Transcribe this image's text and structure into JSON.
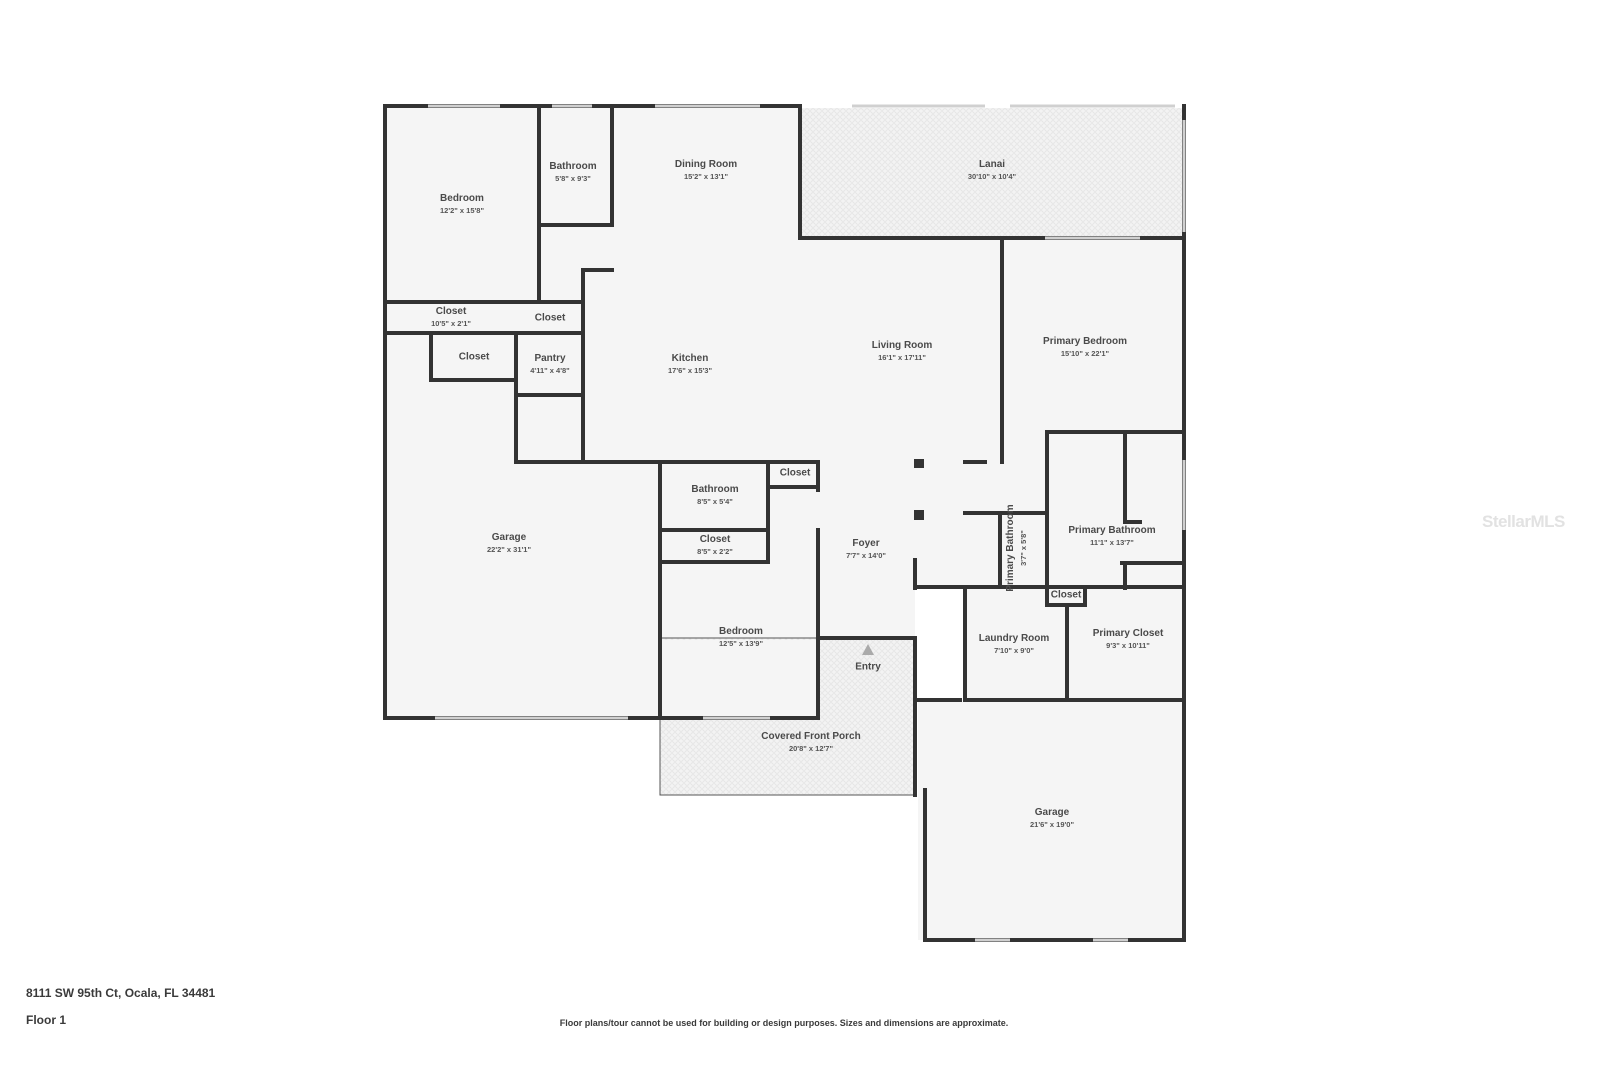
{
  "address": "8111 SW 95th Ct, Ocala, FL 34481",
  "floor_label": "Floor 1",
  "disclaimer": "Floor plans/tour cannot be used for building or design purposes. Sizes and dimensions are approximate.",
  "watermark": "StellarMLS",
  "colors": {
    "wall": "#333333",
    "floor": "#f5f5f5",
    "patio": "#f0f0f0",
    "window": "#d8d8d8"
  },
  "rooms": [
    {
      "name": "Bedroom",
      "dims": "12'2\" x 15'8\""
    },
    {
      "name": "Bathroom",
      "dims": "5'8\" x 9'3\""
    },
    {
      "name": "Dining Room",
      "dims": "15'2\" x 13'1\""
    },
    {
      "name": "Lanai",
      "dims": "30'10\" x 10'4\""
    },
    {
      "name": "Closet",
      "dims": "10'5\" x 2'1\""
    },
    {
      "name": "Closet",
      "dims": ""
    },
    {
      "name": "Closet",
      "dims": ""
    },
    {
      "name": "Pantry",
      "dims": "4'11\" x 4'8\""
    },
    {
      "name": "Kitchen",
      "dims": "17'6\" x 15'3\""
    },
    {
      "name": "Living Room",
      "dims": "16'1\" x 17'11\""
    },
    {
      "name": "Primary Bedroom",
      "dims": "15'10\" x 22'1\""
    },
    {
      "name": "Garage",
      "dims": "22'2\" x 31'1\""
    },
    {
      "name": "Bathroom",
      "dims": "8'5\" x 5'4\""
    },
    {
      "name": "Closet",
      "dims": ""
    },
    {
      "name": "Closet",
      "dims": "8'5\" x 2'2\""
    },
    {
      "name": "Foyer",
      "dims": "7'7\" x 14'0\""
    },
    {
      "name": "Primary Bathroom",
      "dims": "3'7\" x 5'8\""
    },
    {
      "name": "Primary Bathroom",
      "dims": "11'1\" x 13'7\""
    },
    {
      "name": "Closet",
      "dims": ""
    },
    {
      "name": "Bedroom",
      "dims": "12'5\" x 13'9\""
    },
    {
      "name": "Entry",
      "dims": ""
    },
    {
      "name": "Laundry Room",
      "dims": "7'10\" x 9'0\""
    },
    {
      "name": "Primary Closet",
      "dims": "9'3\" x 10'11\""
    },
    {
      "name": "Covered Front Porch",
      "dims": "20'8\" x 12'7\""
    },
    {
      "name": "Garage",
      "dims": "21'6\" x 19'0\""
    }
  ]
}
